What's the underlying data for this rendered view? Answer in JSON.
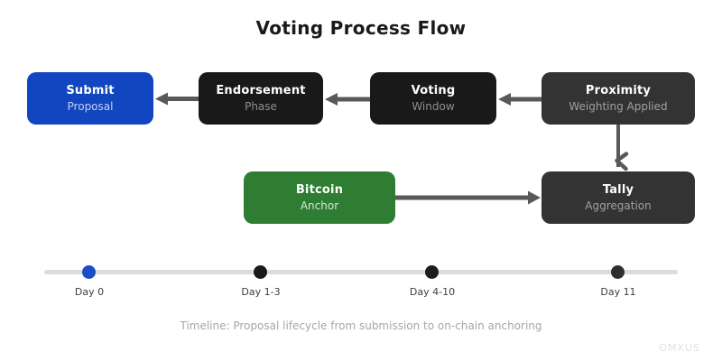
{
  "title": "Voting Process Flow",
  "nodes": [
    {
      "id": "submit",
      "title": "Submit",
      "subtitle": "Proposal",
      "color": "#1246c0"
    },
    {
      "id": "endorsement",
      "title": "Endorsement",
      "subtitle": "Phase",
      "color": "#191919"
    },
    {
      "id": "voting",
      "title": "Voting",
      "subtitle": "Window",
      "color": "#191919"
    },
    {
      "id": "proximity",
      "title": "Proximity",
      "subtitle": "Weighting Applied",
      "color": "#333333"
    },
    {
      "id": "bitcoin",
      "title": "Bitcoin",
      "subtitle": "Anchor",
      "color": "#2e7d32"
    },
    {
      "id": "tally",
      "title": "Tally",
      "subtitle": "Aggregation",
      "color": "#333333"
    }
  ],
  "edges": [
    {
      "from": "endorsement",
      "to": "submit",
      "direction": "left"
    },
    {
      "from": "voting",
      "to": "endorsement",
      "direction": "left"
    },
    {
      "from": "proximity",
      "to": "voting",
      "direction": "left"
    },
    {
      "from": "proximity",
      "to": "tally",
      "direction": "down"
    },
    {
      "from": "bitcoin",
      "to": "tally",
      "direction": "right"
    }
  ],
  "edge_color": "#595959",
  "timeline": {
    "markers": [
      {
        "label": "Day 0",
        "dot_color": "#1c4cc6"
      },
      {
        "label": "Day 1-3",
        "dot_color": "#191919"
      },
      {
        "label": "Day 4-10",
        "dot_color": "#1d1d1d"
      },
      {
        "label": "Day 11",
        "dot_color": "#2f2f2f"
      }
    ],
    "track_color": "#dcdcdc",
    "caption": "Timeline: Proposal lifecycle from submission to on-chain anchoring"
  },
  "watermark": "OMXUS"
}
